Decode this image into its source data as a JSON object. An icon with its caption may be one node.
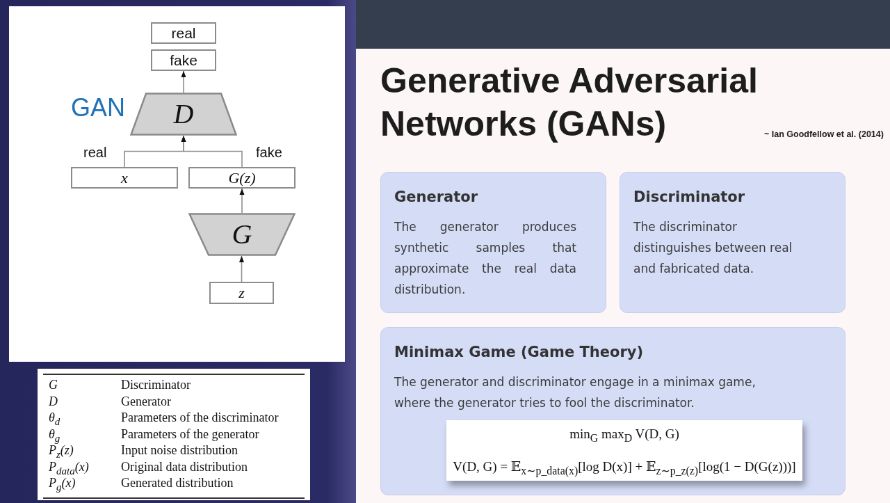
{
  "diagram": {
    "title": "Generative Adversarial Networks (GANs)",
    "nodes": [
      {
        "text": [
          "real"
        ]
      },
      {
        "text": [
          "fake"
        ]
      },
      {
        "text": [
          "D"
        ]
      },
      {
        "text": [
          "x"
        ],
        "beside": [
          "real"
        ]
      },
      {
        "text": [
          "G(z)"
        ],
        "beside": [
          "fake"
        ]
      },
      {
        "text": [
          "G"
        ]
      },
      {
        "text": [
          "z"
        ]
      },
      {
        "text": [
          "Generator",
          "The generator produces synthetic samples that approximate the real data distribution."
        ]
      },
      {
        "text": [
          "Discriminator",
          "The discriminator distinguishes between real and fabricated data."
        ]
      },
      {
        "text": [
          "Minimax Game (Game Theory)",
          "The generator and discriminator engage in a minimax game, where the generator tries to fool the discriminator."
        ]
      },
      {
        "text": [
          "min$_{G}$ max$_{D}$ V(D, G)",
          "V(D, G) = 𝔼$_{x∼p_data(x)}$[log D(x)] + 𝔼$_{z∼p_z(z)}$[log(1 − D(G(z)))]"
        ],
        "in": 9
      }
    ],
    "edges": [
      {
        "from": 2,
        "to": 1,
        "arrow": "to"
      },
      {
        "from": 3,
        "to": 2,
        "arrow": "to"
      },
      {
        "from": 4,
        "to": 2,
        "arrow": "to"
      },
      {
        "from": 5,
        "to": 4,
        "arrow": "to"
      },
      {
        "from": 6,
        "to": 5,
        "arrow": "to"
      }
    ],
    "labels": [
      "~ Ian Goodfellow et al. (2014)",
      "GAN",
      "G",
      "Discriminator",
      "D",
      "Generator",
      "θ$_{d}$",
      "Parameters of the discriminator",
      "θ$_{g}$",
      "Parameters of the generator",
      "P$_{z}$(z)",
      "Input noise distribution",
      "P$_{data}$(x)",
      "Original data distribution",
      "P$_{g}$(x)",
      "Generated distribution"
    ]
  }
}
